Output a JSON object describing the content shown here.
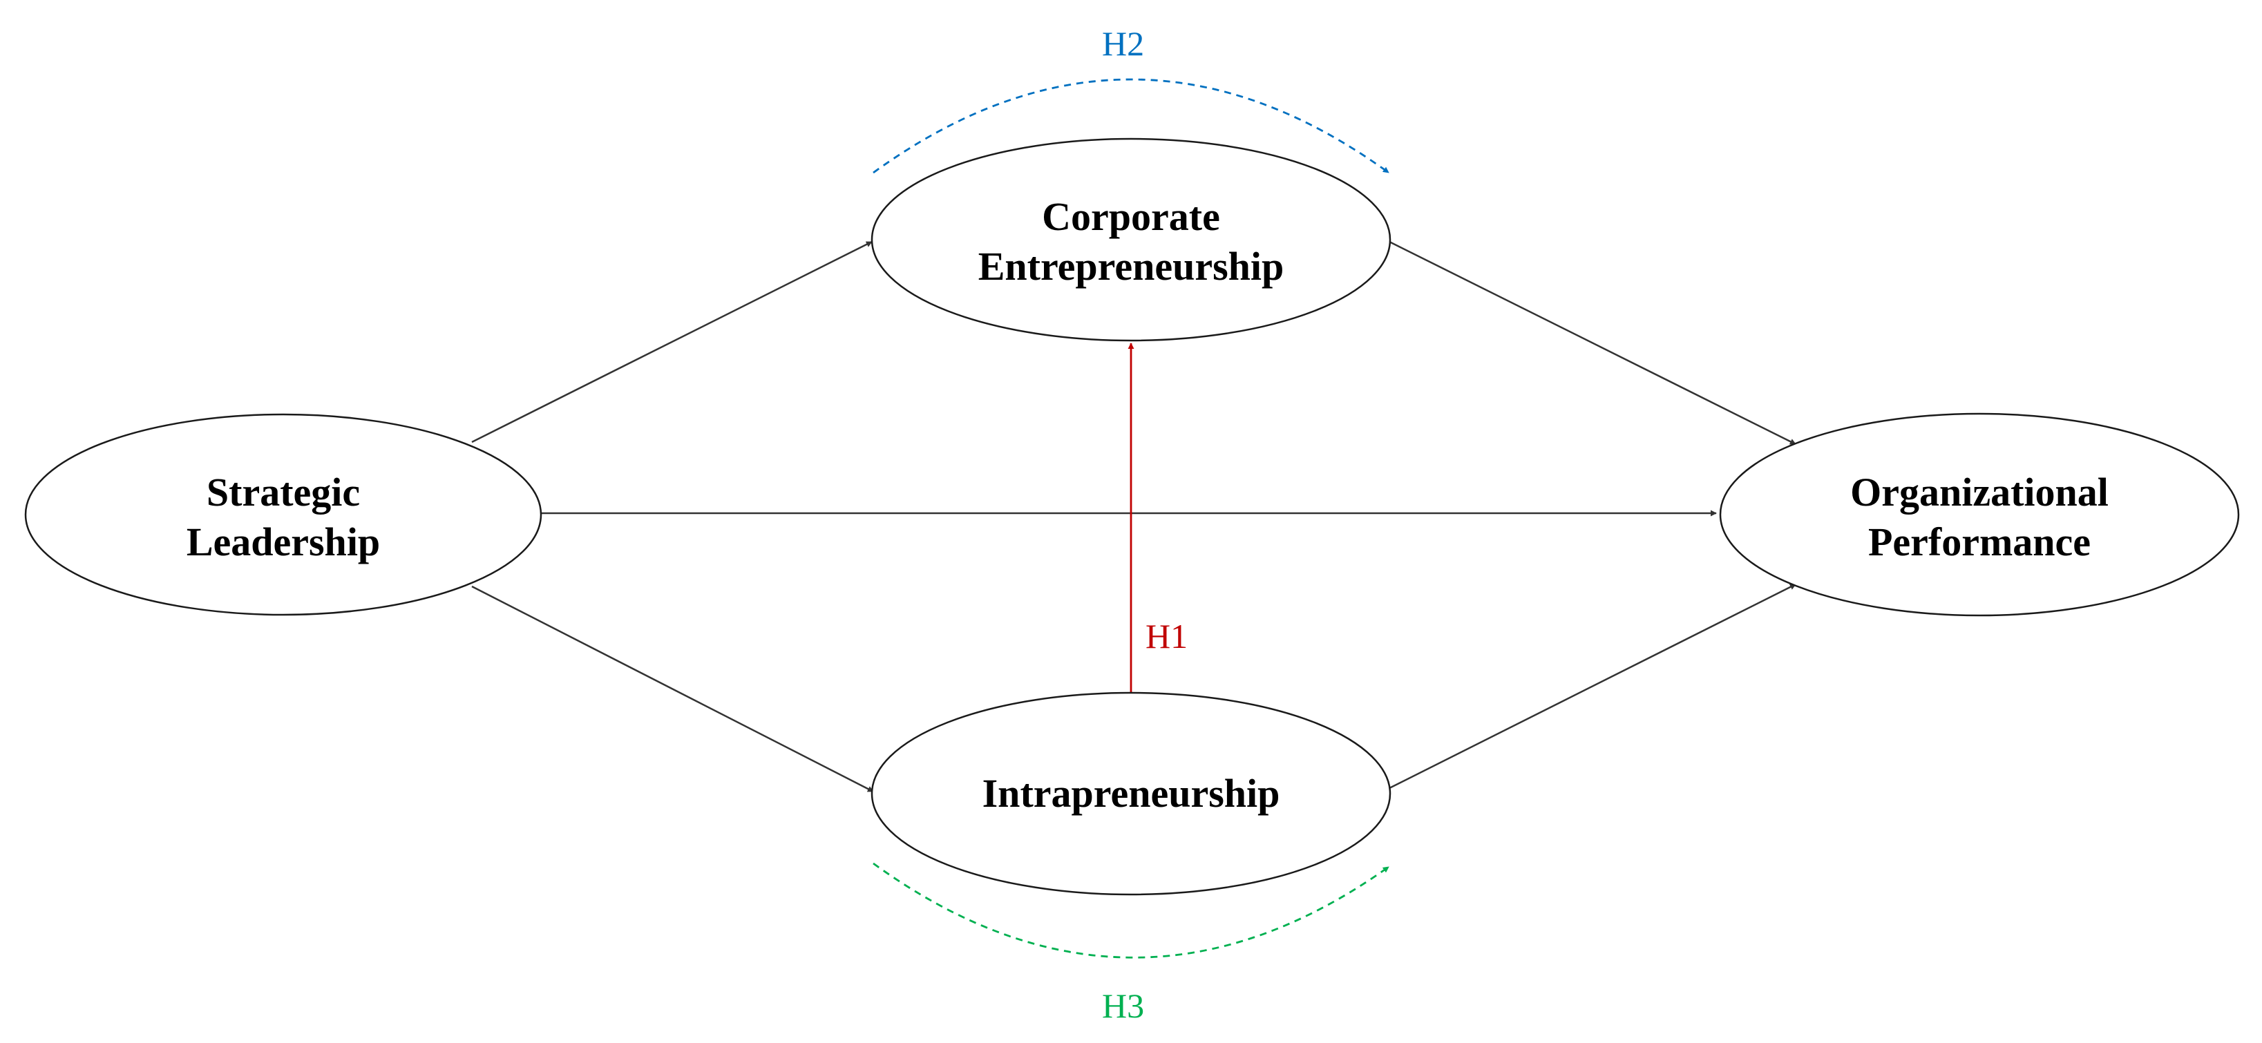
{
  "colors": {
    "h1": "#c00000",
    "h2": "#0070c0",
    "h3": "#00b050",
    "path": "#333333"
  },
  "nodes": {
    "strategic_leadership": {
      "line1": "Strategic",
      "line2": "Leadership"
    },
    "corporate_entrepreneurship": {
      "line1": "Corporate",
      "line2": "Entrepreneurship"
    },
    "intrapreneurship": {
      "line1": "Intrapreneurship"
    },
    "organizational_performance": {
      "line1": "Organizational",
      "line2": "Performance"
    }
  },
  "hypotheses": {
    "h1": "H1",
    "h2": "H2",
    "h3": "H3"
  }
}
